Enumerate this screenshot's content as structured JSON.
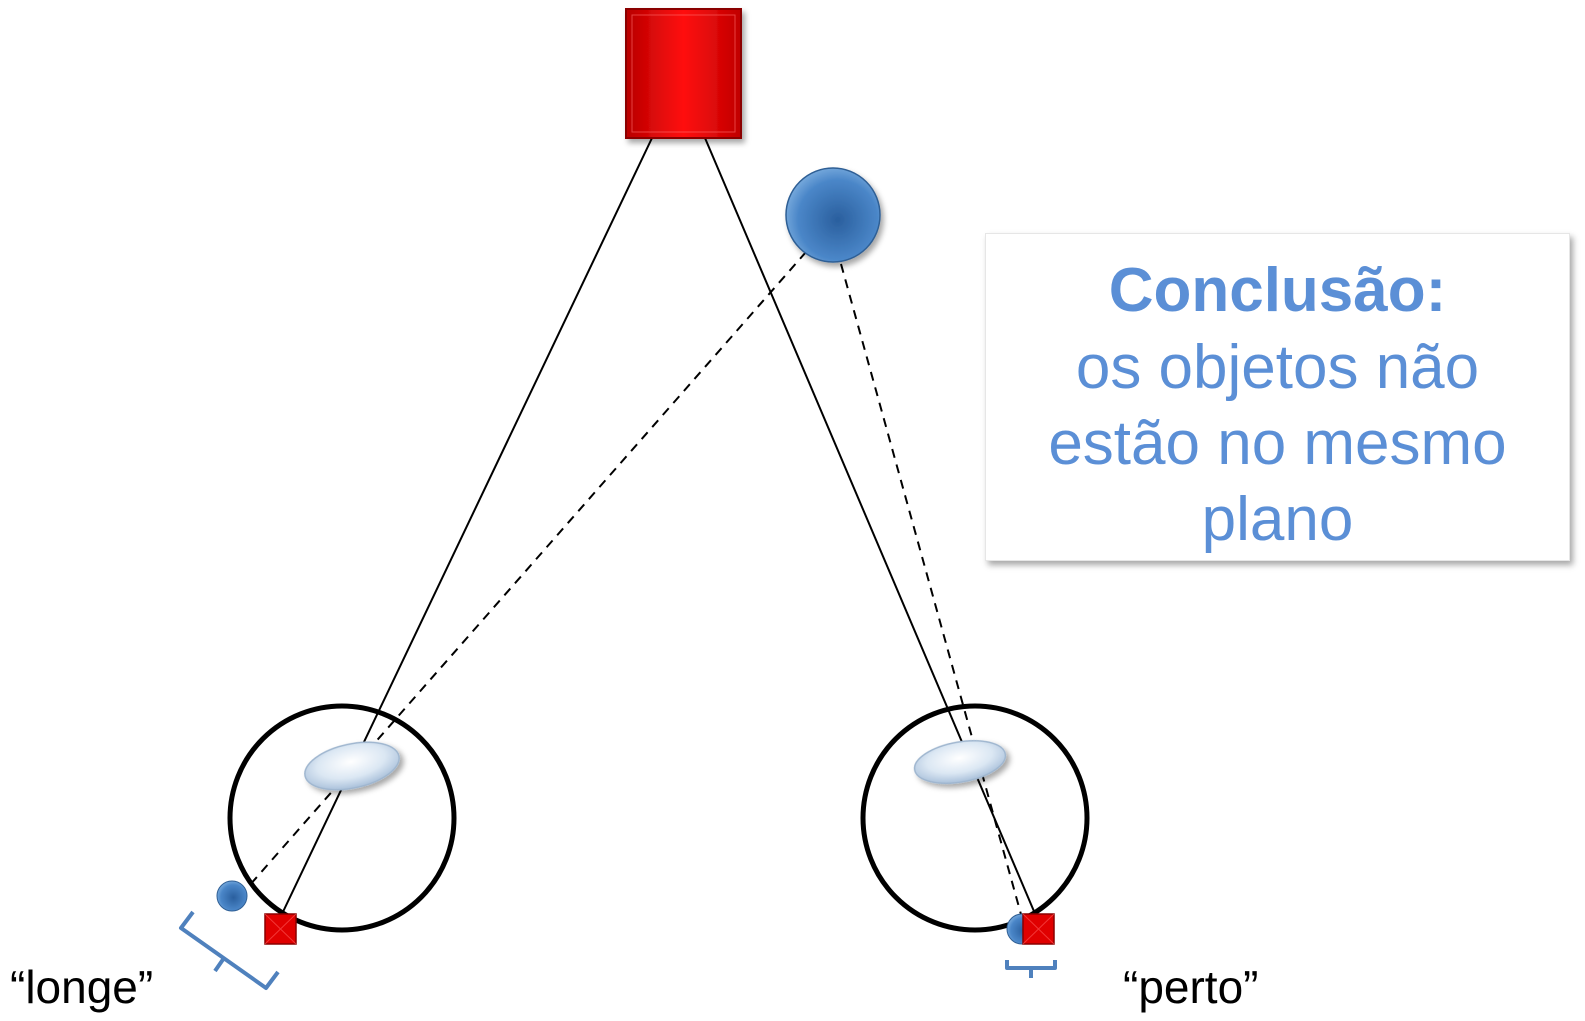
{
  "conclusion": {
    "title": "Conclusão:",
    "body": "os objetos não estão no mesmo plano"
  },
  "labels": {
    "left_eye": "“longe”",
    "right_eye": "“perto”"
  },
  "colors": {
    "red_object": "#e00000",
    "blue_object": "#3f78b8",
    "conclusion_text": "#5b8fd6",
    "bracket": "#4f81bd"
  }
}
